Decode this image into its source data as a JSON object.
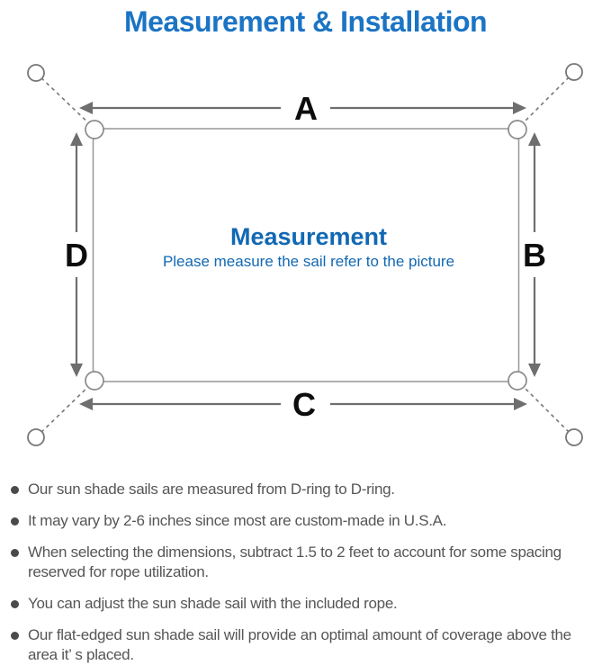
{
  "title": "Measurement & Installation",
  "diagram": {
    "labels": {
      "a": "A",
      "b": "B",
      "c": "C",
      "d": "D"
    },
    "heading": "Measurement",
    "subheading": "Please measure the sail refer to the picture"
  },
  "bullets": [
    "Our sun shade sails are measured from D-ring to D-ring.",
    "It may vary by 2-6 inches since most are custom-made in U.S.A.",
    "When selecting the dimensions, subtract 1.5 to 2 feet to account for some spacing reserved for rope utilization.",
    "You can adjust the sun shade sail with the included rope.",
    "Our flat-edged sun shade sail will provide an optimal amount of coverage above the area it’ s placed."
  ],
  "colors": {
    "title_blue": "#1b74c4",
    "heading_blue": "#1268b3",
    "outline_gray": "#979797",
    "arrow_gray": "#6e6e6e",
    "label_black": "#0d0d0d",
    "body_gray": "#565656"
  }
}
